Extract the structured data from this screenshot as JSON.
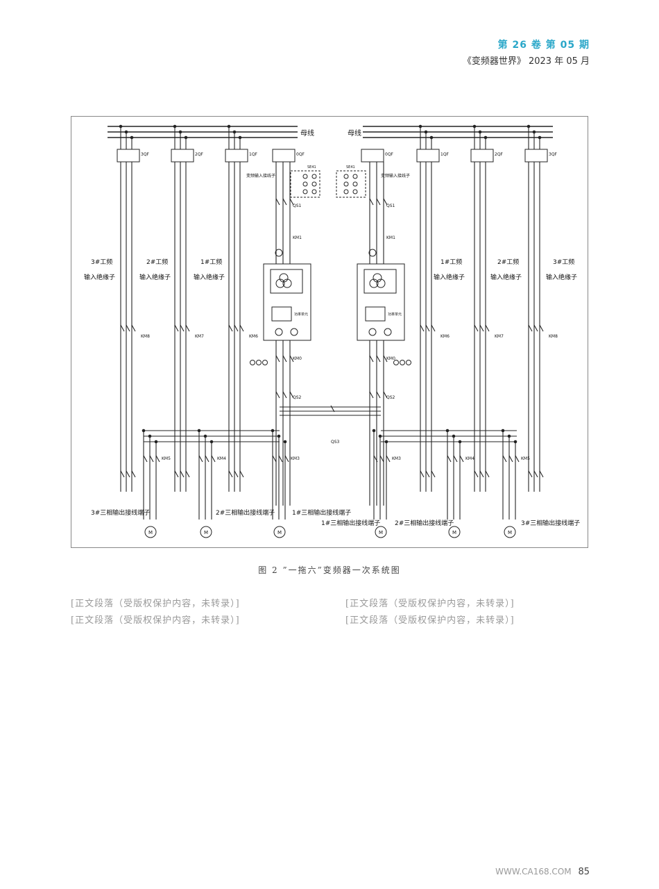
{
  "header": {
    "volume": "第 26 卷 第 05 期",
    "journal": "《变频器世界》 2023 年 05 月"
  },
  "figure": {
    "caption": "图 2 ”一拖六”变频器一次系统图",
    "bus": "母线",
    "breakers_left": [
      "3QF",
      "2QF",
      "1QF",
      "0QF"
    ],
    "breakers_right": [
      "0QF",
      "1QF",
      "2QF",
      "3QF"
    ],
    "input_terminal": "变频输入接线子",
    "feed_left": [
      "3#工频",
      "2#工频",
      "1#工频"
    ],
    "feed_right": [
      "1#工频",
      "2#工频",
      "3#工频"
    ],
    "feed_sub": "输入绝缘子",
    "out_left": [
      "3#三相输出接线端子",
      "2#三相输出接线端子",
      "1#三相输出接线端子"
    ],
    "out_right": [
      "1#三相输出接线端子",
      "2#三相输出接线端子",
      "3#三相输出接线端子"
    ],
    "qs1": "QS1",
    "qs2": "QS2",
    "qs3": "QS3",
    "km_left": [
      "KM8",
      "KM7",
      "KM6"
    ],
    "km_right": [
      "KM6",
      "KM7",
      "KM8"
    ],
    "km0": "KM0",
    "km_out_left": [
      "KM5",
      "KM4",
      "KM3"
    ],
    "km_out_right": [
      "KM3",
      "KM4",
      "KM5"
    ],
    "cell": "功率单元",
    "se": "SE41"
  },
  "body": {
    "col1": [
      "[正文段落（受版权保护内容，未转录）]",
      "[正文段落（受版权保护内容，未转录）]"
    ],
    "col2": [
      "[正文段落（受版权保护内容，未转录）]",
      "[正文段落（受版权保护内容，未转录）]"
    ]
  },
  "footer": {
    "site": "WWW.CA168.COM",
    "page": "85"
  }
}
